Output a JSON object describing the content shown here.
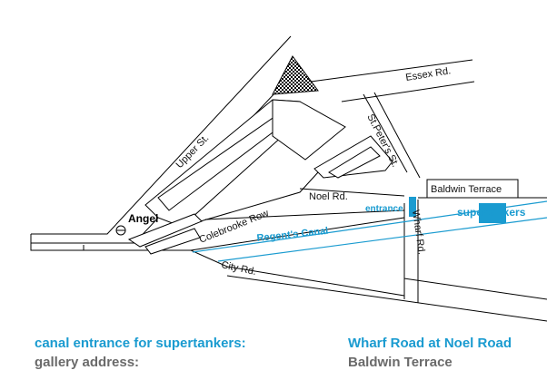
{
  "colors": {
    "accent": "#1a9bd0",
    "canal": "#1a9bd0",
    "secondary_text": "#6a6a6a"
  },
  "map": {
    "streets": {
      "essex": "Essex Rd.",
      "upper": "Upper St.",
      "st_peters": "St.Peter's St.",
      "baldwin": "Baldwin Terrace",
      "noel": "Noel Rd.",
      "colebrooke": "Colebrooke Row",
      "wharf": "Wharf Rd.",
      "city": "City Rd."
    },
    "landmarks": {
      "angel": "Angel",
      "underground_icon": "underground-station-icon"
    },
    "canal": {
      "name": "Regent's Canal",
      "entrance": "entrance"
    },
    "venue_label": "supertankers"
  },
  "info": {
    "canal_heading": "canal entrance for supertankers:",
    "canal_value": "Wharf Road at Noel Road",
    "gallery_heading": "gallery address:",
    "gallery_value": "Baldwin Terrace"
  }
}
